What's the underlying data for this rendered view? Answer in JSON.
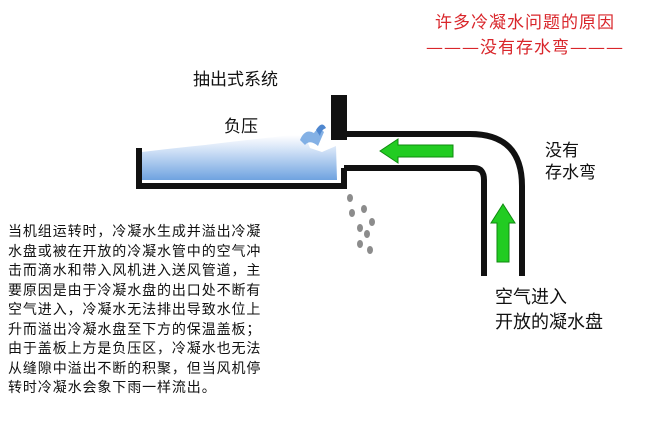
{
  "title": {
    "main": "许多冷凝水问题的原因",
    "sub": "———没有存水弯———"
  },
  "labels": {
    "exhaust_system": "抽出式系统",
    "negative_pressure": "负压",
    "no_trap": [
      "没有",
      "存水弯"
    ],
    "air_entering": [
      "空气进入",
      "开放的凝水盘"
    ]
  },
  "description": [
    "当机组运转时，冷凝水生成并溢出冷凝",
    "水盘或被在开放的冷凝水管中的空气冲",
    "击而滴水和带入风机进入送风管道，主",
    "要原因是由于冷凝水盘的出口处不断有",
    "空气进入，冷凝水无法排出导致水位上",
    "升而溢出冷凝水盘至下方的保温盖板；",
    "由于盖板上方是负压区，冷凝水也无法",
    "从缝隙中溢出不断的积聚，但当风机停",
    "转时冷凝水会象下雨一样流出。"
  ],
  "colors": {
    "title": "#d9262b",
    "arrow": "#22cc22",
    "water": "#6fa3e0",
    "duct": "#111111"
  }
}
